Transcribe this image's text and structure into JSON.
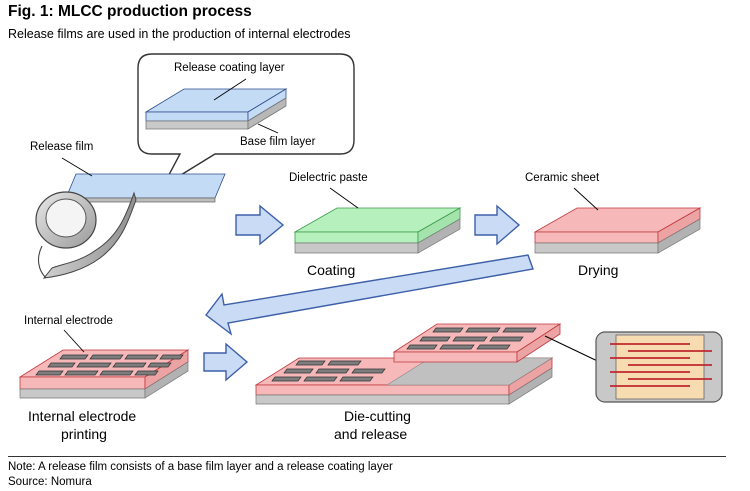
{
  "header": {
    "title": "Fig. 1: MLCC production process",
    "subtitle": "Release films are used in the production of internal electrodes"
  },
  "diagram": {
    "callout": {
      "top_label": "Release coating layer",
      "bottom_label": "Base film layer"
    },
    "labels": {
      "release_film": "Release film",
      "dielectric_paste": "Dielectric paste",
      "ceramic_sheet": "Ceramic sheet",
      "internal_electrode": "Internal electrode"
    },
    "stages": {
      "coating": "Coating",
      "drying": "Drying",
      "printing_line1": "Internal electrode",
      "printing_line2": "printing",
      "diecut_line1": "Die-cutting",
      "diecut_line2": "and release"
    },
    "colors": {
      "release_film": "#b9d3f3",
      "base_film": "#c6c6c6",
      "dielectric_paste": "#b6f0bd",
      "ceramic_sheet": "#f6b8b8",
      "electrode": "#7d7d7d",
      "arrow": "#c9dbf5",
      "arrow_outline": "#3d5fa8"
    }
  },
  "footer": {
    "note": "Note: A release film consists of a base film layer and a release coating layer",
    "source": "Source: Nomura"
  }
}
